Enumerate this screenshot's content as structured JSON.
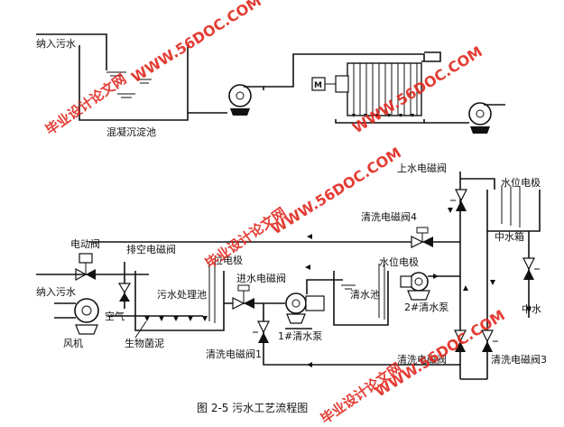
{
  "labels": {
    "inlet_top": "纳入污水",
    "coag_tank": "混凝沉淀池",
    "upper_valve": "上水电磁阀",
    "level_electrode": "水位电极",
    "mid_tank": "中水箱",
    "clean_valve4": "清洗电磁阀4",
    "elec_valve": "电动阀",
    "drain_valve": "排空电磁阀",
    "level_electrode_small": "位电极",
    "inlet_valve": "进水电磁阀",
    "level_electrode2": "水位电极",
    "inlet_bottom": "纳入污水",
    "treat_tank": "污水处理池",
    "clear_tank": "清水池",
    "pump2": "2#清水泵",
    "middle_water": "中水",
    "air": "空气",
    "fan": "风机",
    "bio_mud": "生物菌泥",
    "pump1": "1#清水泵",
    "clean_valve1": "清洗电磁阀1",
    "clean_valve": "清洗电磁阀",
    "clean_valve3": "清洗电磁阀3",
    "motor_box": "M"
  },
  "caption": "图 2-5  污水工艺流程图",
  "watermarks": {
    "domain": "WWW.56DOC.COM",
    "site_cn": "毕业设计论文网"
  }
}
